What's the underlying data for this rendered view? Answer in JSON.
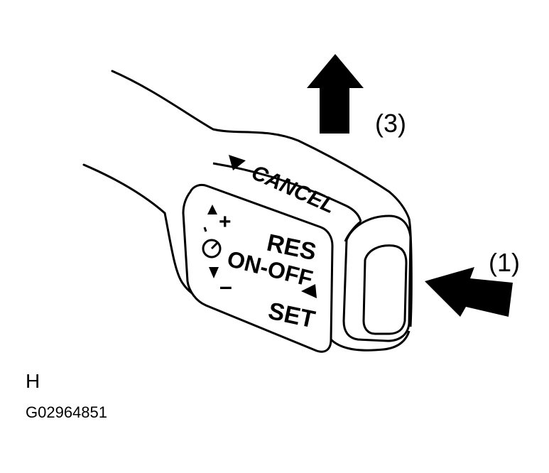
{
  "lever": {
    "cancel_label": "CANCEL",
    "res_label": "RES",
    "onoff_label": "ON-OFF",
    "set_label": "SET",
    "plus_label": "+",
    "minus_label": "–"
  },
  "callouts": {
    "pull_label": "(3)",
    "push_label": "(1)"
  },
  "footer": {
    "region_letter": "H",
    "figure_code": "G02964851"
  },
  "icons": {
    "cruise": "speedometer-icon",
    "up": "triangle-up-icon",
    "down": "triangle-down-icon",
    "left": "triangle-left-icon",
    "cancel_pointer": "triangle-right-down-icon",
    "pull_arrow": "arrow-up-icon",
    "push_arrow": "arrow-left-icon"
  },
  "colors": {
    "ink": "#000000",
    "paper": "#ffffff"
  }
}
